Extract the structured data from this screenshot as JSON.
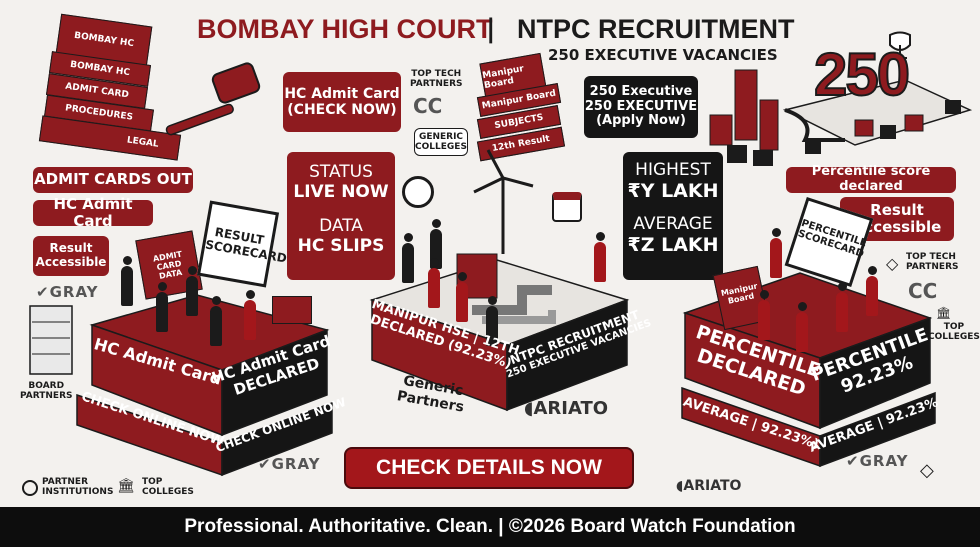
{
  "header": {
    "left_title": "BOMBAY HIGH COURT",
    "divider": "|",
    "right_title": "NTPC RECRUITMENT",
    "subtitle": "250 EXECUTIVE VACANCIES"
  },
  "left_books": [
    "BOMBAY HC",
    "BOMBAY HC",
    "ADMIT CARD",
    "PROCEDURES",
    "LEGAL"
  ],
  "hc_admit_tag": [
    "HC Admit Card",
    "(CHECK NOW)"
  ],
  "top_tech_left": [
    "TOP TECH",
    "PARTNERS"
  ],
  "generic_colleges": [
    "GENERIC",
    "COLLEGES"
  ],
  "mid_books": [
    "Manipur Board",
    "Manipur Board",
    "SUBJECTS",
    "12th Result"
  ],
  "ntpc_tag": [
    "250 Executive",
    "250 EXECUTIVE",
    "(Apply Now)"
  ],
  "big_250": "250",
  "left_tags": {
    "admit_cards_out": "ADMIT CARDS OUT",
    "hc_admit_card": "HC Admit Card",
    "result_accessible": [
      "Result",
      "Accessible"
    ]
  },
  "gray_logo": "GRAY",
  "status_box": [
    "STATUS",
    "LIVE NOW",
    "DATA",
    "HC SLIPS"
  ],
  "salary_box": [
    "HIGHEST",
    "₹Y LAKH",
    "AVERAGE",
    "₹Z LAKH"
  ],
  "percentile_tag": "Percentile score declared",
  "right_result_tag": [
    "Result",
    "Accessible"
  ],
  "top_tech_right": [
    "TOP TECH",
    "PARTNERS"
  ],
  "top_colleges_right": [
    "TOP",
    "COLLEGES"
  ],
  "left_platform": {
    "folder_label": [
      "ADMIT CARD",
      "DATA"
    ],
    "screen": [
      "RESULT",
      "SCORECARD"
    ],
    "top_face": "HC Admit Card",
    "side_face": [
      "HC Admit Card",
      "DECLARED"
    ],
    "bottom_left": "CHECK ONLINE NOW",
    "bottom_right": "CHECK ONLINE NOW"
  },
  "board_partners": [
    "BOARD",
    "PARTNERS"
  ],
  "center_platform": {
    "left_face": [
      "MANIPUR HSE | 12TH",
      "DECLARED (92.23%)"
    ],
    "right_face": [
      "NTPC RECRUITMENT",
      "250 EXECUTIVE VACANCIES"
    ]
  },
  "generic_partners": [
    "Generic",
    "Partners"
  ],
  "ariato": "ARIATO",
  "right_platform": {
    "screen": [
      "PERCENTILE",
      "SCORECARD"
    ],
    "folder": [
      "Manipur",
      "Board"
    ],
    "left_face": [
      "PERCENTILE",
      "DECLARED"
    ],
    "right_face": [
      "PERCENTILE",
      "92.23%"
    ],
    "bottom_left": "AVERAGE | 92.23%)",
    "bottom_right": "AVERAGE | 92.23%"
  },
  "cta": "CHECK DETAILS NOW",
  "partner_institutions": [
    "PARTNER",
    "INSTITUTIONS"
  ],
  "top_colleges_bottom": [
    "TOP",
    "COLLEGES"
  ],
  "footer": "Professional. Authoritative. Clean. | ©2026 Board Watch Foundation",
  "colors": {
    "brand_red": "#8e1b1f",
    "black": "#151515",
    "background": "#f3f1ee"
  }
}
